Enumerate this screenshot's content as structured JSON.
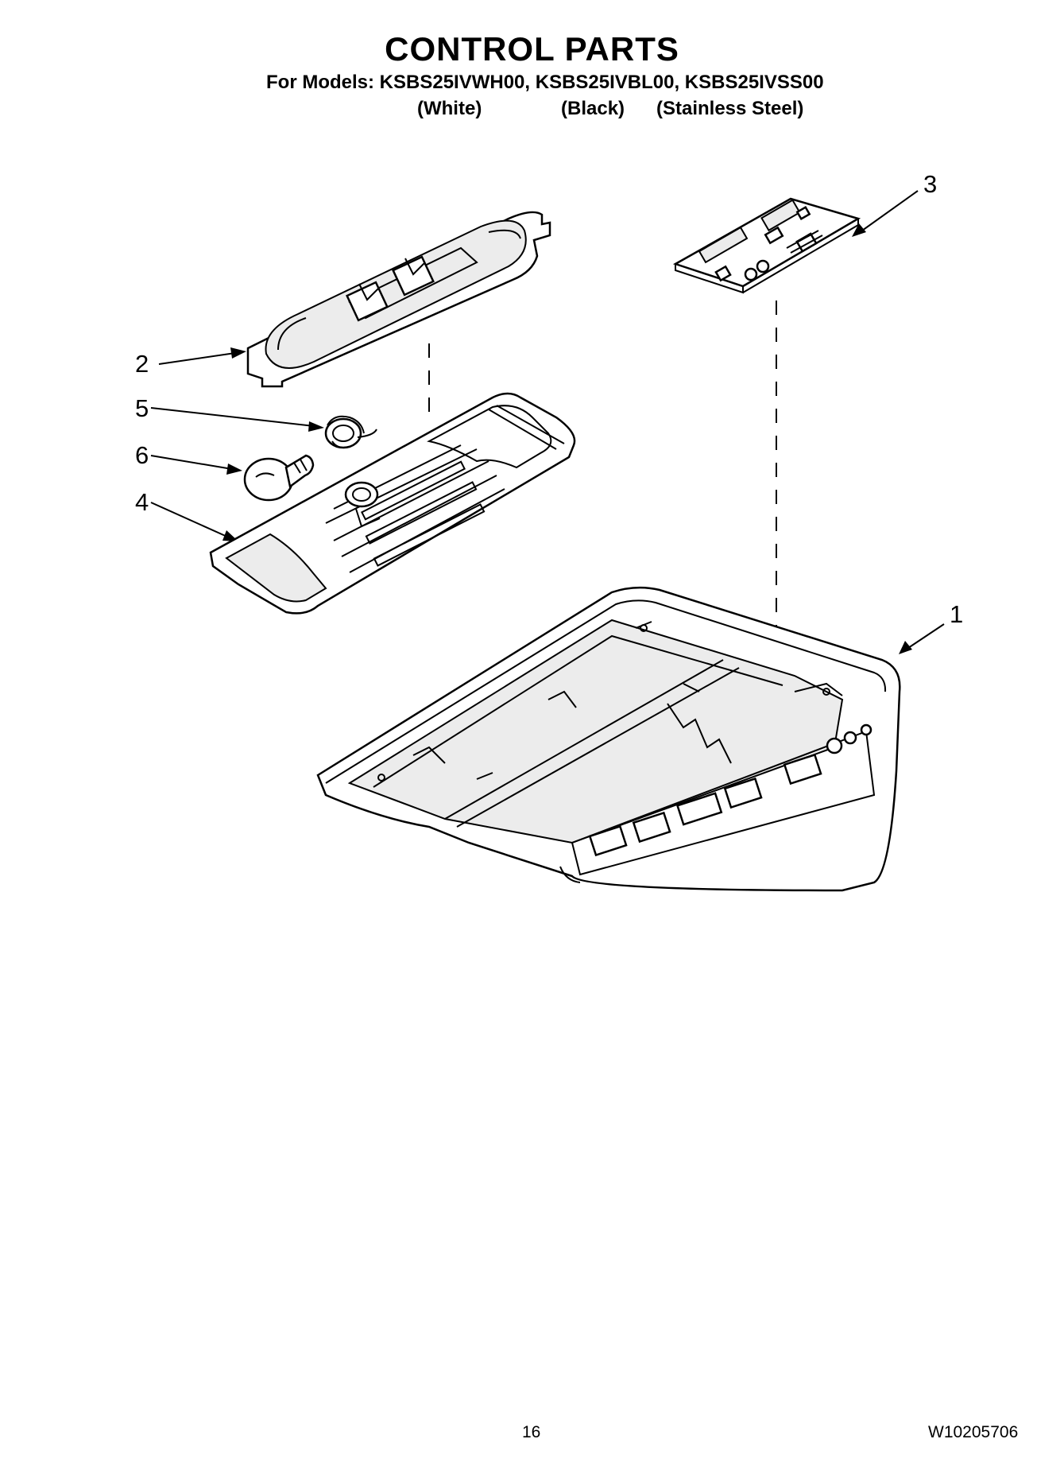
{
  "header": {
    "title": "CONTROL PARTS",
    "models_line": "For Models: KSBS25IVWH00, KSBS25IVBL00, KSBS25IVSS00",
    "finishes": [
      "(White)",
      "(Black)",
      "(Stainless Steel)"
    ]
  },
  "callouts": [
    "1",
    "2",
    "3",
    "4",
    "5",
    "6"
  ],
  "footer": {
    "page_number": "16",
    "document_number": "W10205706"
  }
}
